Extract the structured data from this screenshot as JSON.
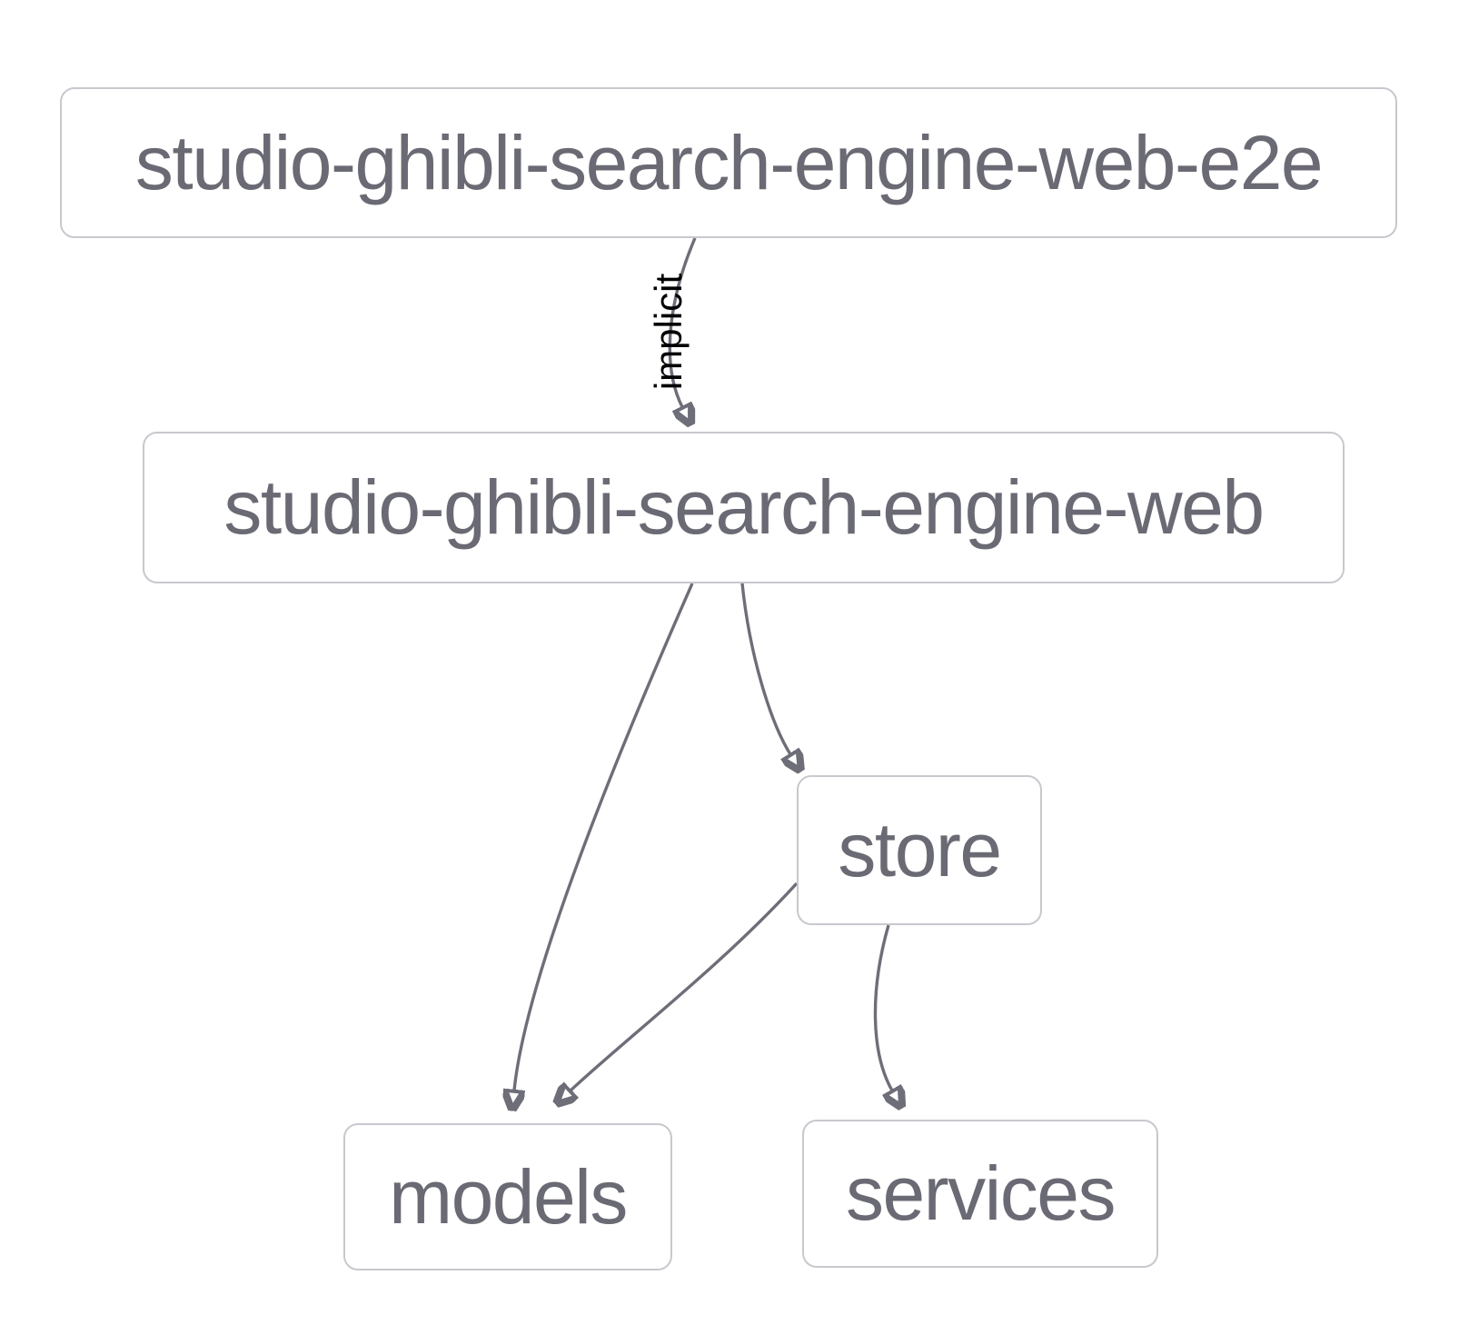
{
  "diagram": {
    "kind": "project-dependency-graph",
    "nodes": [
      {
        "id": "studio-ghibli-search-engine-web-e2e",
        "label": "studio-ghibli-search-engine-web-e2e"
      },
      {
        "id": "studio-ghibli-search-engine-web",
        "label": "studio-ghibli-search-engine-web"
      },
      {
        "id": "store",
        "label": "store"
      },
      {
        "id": "models",
        "label": "models"
      },
      {
        "id": "services",
        "label": "services"
      }
    ],
    "edges": [
      {
        "from": "studio-ghibli-search-engine-web-e2e",
        "to": "studio-ghibli-search-engine-web",
        "label": "implicit"
      },
      {
        "from": "studio-ghibli-search-engine-web",
        "to": "models",
        "label": ""
      },
      {
        "from": "studio-ghibli-search-engine-web",
        "to": "store",
        "label": ""
      },
      {
        "from": "store",
        "to": "models",
        "label": ""
      },
      {
        "from": "store",
        "to": "services",
        "label": ""
      }
    ]
  },
  "theme": {
    "background": "#ffffff",
    "node_fill": "#ffffff",
    "node_border": "#c8c8ce",
    "node_text": "#6a6a74",
    "edge_color": "#6e6e79",
    "edge_label_color": "#000000"
  }
}
